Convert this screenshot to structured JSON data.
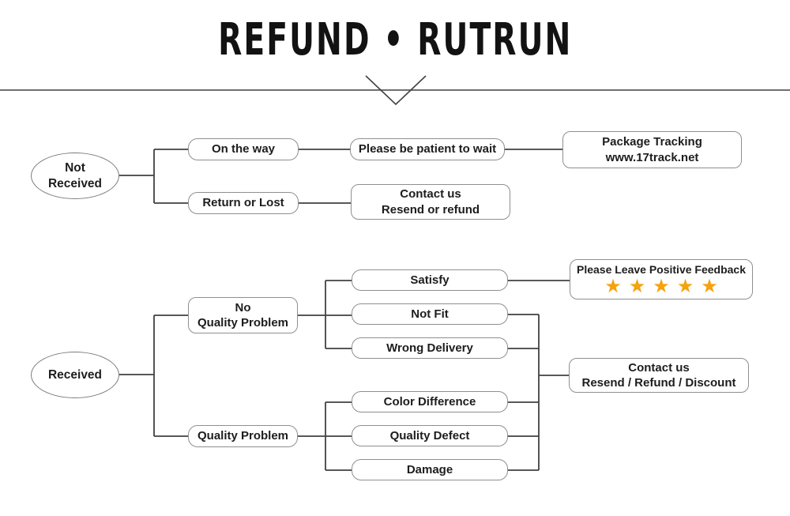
{
  "title": "REFUND • RUTRUN",
  "colors": {
    "star": "#F5A20D",
    "connector_line": "#414141",
    "node_border": "#8f8f8f",
    "text": "#1d1d1d",
    "background": "#ffffff"
  },
  "nodes": {
    "not_received": {
      "line1": "Not",
      "line2": "Received"
    },
    "on_the_way": {
      "label": "On the way"
    },
    "return_or_lost": {
      "label": "Return or Lost"
    },
    "please_be_patient": {
      "label": "Please be patient to wait"
    },
    "package_tracking": {
      "line1": "Package Tracking",
      "line2": "www.17track.net"
    },
    "contact_us_resend": {
      "line1": "Contact us",
      "line2": "Resend or refund"
    },
    "received": {
      "label": "Received"
    },
    "no_quality_problem": {
      "line1": "No",
      "line2": "Quality Problem"
    },
    "quality_problem": {
      "label": "Quality Problem"
    },
    "satisfy": {
      "label": "Satisfy"
    },
    "not_fit": {
      "label": "Not Fit"
    },
    "wrong_delivery": {
      "label": "Wrong Delivery"
    },
    "color_difference": {
      "label": "Color Difference"
    },
    "quality_defect": {
      "label": "Quality Defect"
    },
    "damage": {
      "label": "Damage"
    },
    "positive_feedback": {
      "label": "Please Leave Positive Feedback",
      "star_count": 5,
      "stars_text": "★★★★★"
    },
    "contact_us_full": {
      "line1": "Contact us",
      "line2": "Resend / Refund / Discount"
    }
  }
}
